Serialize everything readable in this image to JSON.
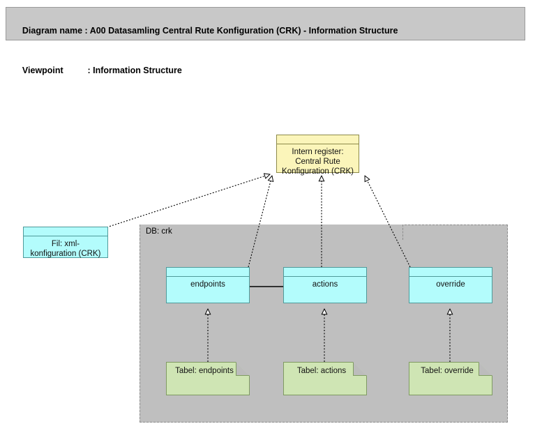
{
  "header": {
    "line1_key": "Diagram name ",
    "line1_sep": ": ",
    "line1_value": "A00 Datasamling Central Rute Konfiguration (CRK) - Information Structure",
    "line2_key": "Viewpoint",
    "line2_sep": "          : ",
    "line2_value": "Information Structure"
  },
  "colors": {
    "header_background": "#c8c8c8",
    "container_background": "#bfbfbf",
    "business_object": "#fbf5ba",
    "data_object": "#b3fcfc",
    "artifact": "#cfe5b4",
    "line": "#000000"
  },
  "container": {
    "name": "DB: crk",
    "type": "grouping"
  },
  "nodes": {
    "intern_register": {
      "label": "Intern register:\nCentral Rute\nKonfiguration (CRK)",
      "type": "business-object"
    },
    "xml_file": {
      "label": "Fil: xml-\nkonfiguration (CRK)",
      "type": "data-object"
    },
    "endpoints": {
      "label": "endpoints",
      "type": "data-object"
    },
    "actions": {
      "label": "actions",
      "type": "data-object"
    },
    "override": {
      "label": "override",
      "type": "data-object"
    },
    "tabel_endpoints": {
      "label": "Tabel: endpoints",
      "type": "artifact"
    },
    "tabel_actions": {
      "label": "Tabel: actions",
      "type": "artifact"
    },
    "tabel_override": {
      "label": "Tabel: override",
      "type": "artifact"
    }
  },
  "relations": [
    {
      "from": "xml_file",
      "to": "intern_register",
      "type": "realization"
    },
    {
      "from": "endpoints",
      "to": "intern_register",
      "type": "realization"
    },
    {
      "from": "actions",
      "to": "intern_register",
      "type": "realization"
    },
    {
      "from": "override",
      "to": "intern_register",
      "type": "realization"
    },
    {
      "from": "tabel_endpoints",
      "to": "endpoints",
      "type": "realization"
    },
    {
      "from": "tabel_actions",
      "to": "actions",
      "type": "realization"
    },
    {
      "from": "tabel_override",
      "to": "override",
      "type": "realization"
    },
    {
      "from": "endpoints",
      "to": "actions",
      "type": "association"
    }
  ]
}
